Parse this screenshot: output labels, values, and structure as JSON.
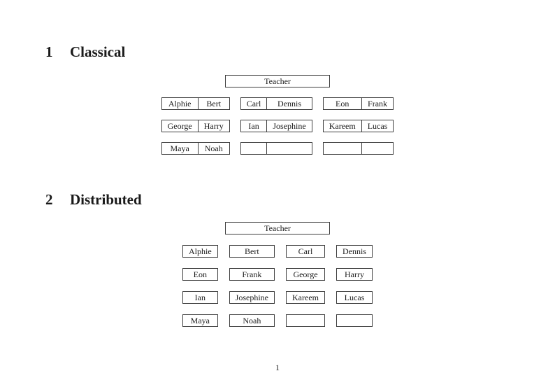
{
  "page": {
    "page_number": "1"
  },
  "sections": [
    {
      "number": "1",
      "title": "Classical",
      "teacher_label": "Teacher",
      "columns": [
        {
          "desks": [
            [
              "Alphie",
              "Bert"
            ],
            [
              "George",
              "Harry"
            ],
            [
              "Maya",
              "Noah"
            ]
          ]
        },
        {
          "desks": [
            [
              "Carl",
              "Dennis"
            ],
            [
              "Ian",
              "Josephine"
            ],
            [
              "",
              ""
            ]
          ]
        },
        {
          "desks": [
            [
              "Eon",
              "Frank"
            ],
            [
              "Kareem",
              "Lucas"
            ],
            [
              "",
              ""
            ]
          ]
        }
      ]
    },
    {
      "number": "2",
      "title": "Distributed",
      "teacher_label": "Teacher",
      "columns": [
        {
          "seats": [
            "Alphie",
            "Eon",
            "Ian",
            "Maya"
          ]
        },
        {
          "seats": [
            "Bert",
            "Frank",
            "Josephine",
            "Noah"
          ]
        },
        {
          "seats": [
            "Carl",
            "George",
            "Kareem",
            ""
          ]
        },
        {
          "seats": [
            "Dennis",
            "Harry",
            "Lucas",
            ""
          ]
        }
      ]
    }
  ]
}
